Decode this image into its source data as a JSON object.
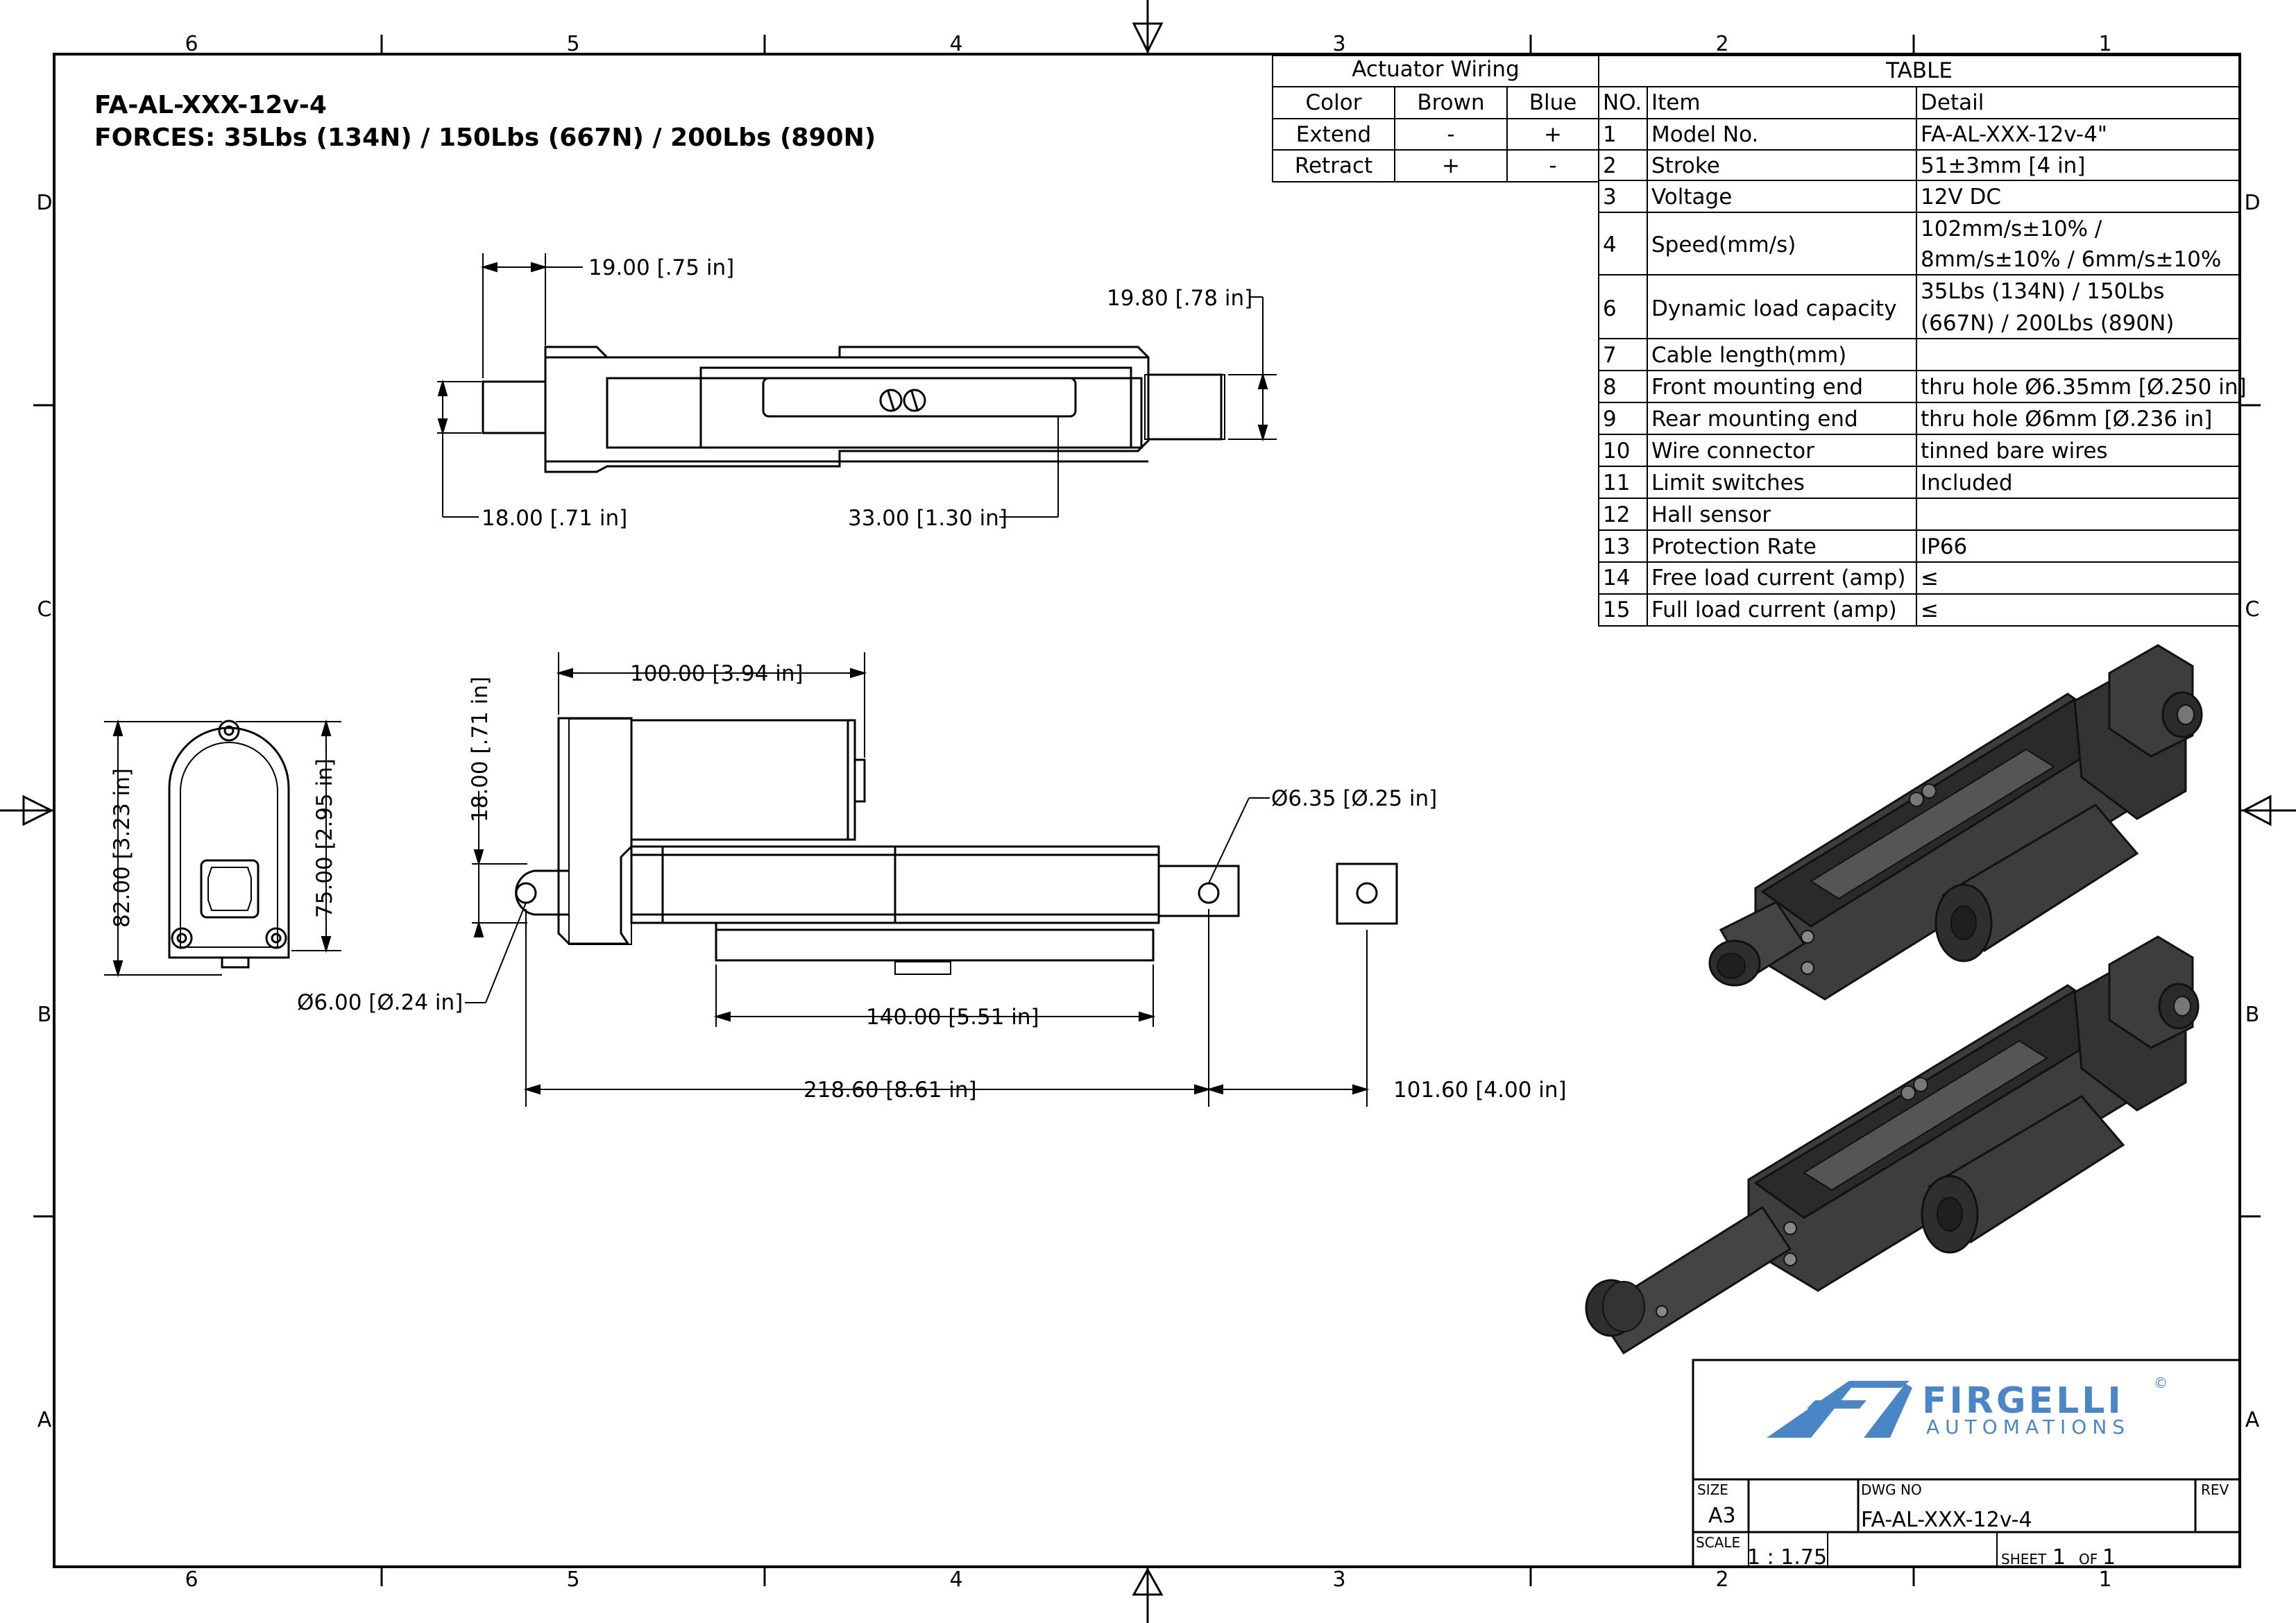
{
  "title": {
    "model": "FA-AL-XXX-12v-4",
    "forces": "FORCES: 35Lbs (134N) / 150Lbs (667N) / 200Lbs (890N)"
  },
  "zones": {
    "columns": [
      "6",
      "5",
      "4",
      "3",
      "2",
      "1"
    ],
    "rows": [
      "D",
      "C",
      "B",
      "A"
    ]
  },
  "wiring": {
    "title": "Actuator Wiring",
    "headers": [
      "Color",
      "Brown",
      "Blue"
    ],
    "rows": [
      [
        "Extend",
        "-",
        "+"
      ],
      [
        "Retract",
        "+",
        "-"
      ]
    ]
  },
  "spec_table": {
    "title": "TABLE",
    "headers": [
      "NO.",
      "Item",
      "Detail"
    ],
    "rows": [
      {
        "no": "1",
        "item": "Model No.",
        "detail": [
          "FA-AL-XXX-12v-4\""
        ]
      },
      {
        "no": "2",
        "item": "Stroke",
        "detail": [
          "51±3mm [4 in]"
        ]
      },
      {
        "no": "3",
        "item": "Voltage",
        "detail": [
          "12V DC"
        ]
      },
      {
        "no": "4",
        "item": "Speed(mm/s)",
        "detail": [
          "102mm/s±10% /",
          "8mm/s±10% / 6mm/s±10%"
        ]
      },
      {
        "no": "6",
        "item": "Dynamic load capacity",
        "detail": [
          "35Lbs (134N) / 150Lbs",
          "(667N) / 200Lbs (890N)"
        ]
      },
      {
        "no": "7",
        "item": "Cable length(mm)",
        "detail": [
          ""
        ]
      },
      {
        "no": "8",
        "item": "Front mounting end",
        "detail": [
          "thru hole Ø6.35mm [Ø.250 in]"
        ]
      },
      {
        "no": "9",
        "item": "Rear mounting end",
        "detail": [
          "thru hole Ø6mm [Ø.236 in]"
        ]
      },
      {
        "no": "10",
        "item": "Wire connector",
        "detail": [
          "tinned bare wires"
        ]
      },
      {
        "no": "11",
        "item": "Limit switches",
        "detail": [
          "Included"
        ]
      },
      {
        "no": "12",
        "item": "Hall sensor",
        "detail": [
          ""
        ]
      },
      {
        "no": "13",
        "item": "Protection Rate",
        "detail": [
          "IP66"
        ]
      },
      {
        "no": "14",
        "item": "Free load current (amp)",
        "detail": [
          "≤"
        ]
      },
      {
        "no": "15",
        "item": "Full load current (amp)",
        "detail": [
          "≤"
        ]
      }
    ]
  },
  "dimensions": {
    "top_rod_length": "19.00 [.75 in]",
    "top_end_height": "19.80 [.78 in]",
    "top_rod_dia": "18.00 [.71 in]",
    "top_offset": "33.00 [1.30 in]",
    "end_height_total": "82.00 [3.23 in]",
    "end_height_inner": "75.00 [2.95 in]",
    "motor_length": "100.00 [3.94 in]",
    "side_height": "18.00 [.71 in]",
    "front_hole": "Ø6.35 [Ø.25 in]",
    "rear_hole": "Ø6.00 [Ø.24 in]",
    "body_length": "140.00 [5.51 in]",
    "retracted_length": "218.60 [8.61 in]",
    "stroke_length": "101.60 [4.00 in]"
  },
  "title_block": {
    "brand": "FIRGELLI",
    "brand_sub": "AUTOMATIONS",
    "copyright": "©",
    "size_label": "SIZE",
    "size_value": "A3",
    "dwg_label": "DWG NO",
    "dwg_value": "FA-AL-XXX-12v-4",
    "rev_label": "REV",
    "scale_label": "SCALE",
    "scale_value": "1 : 1.75",
    "sheet_label": "SHEET",
    "sheet_value": "1",
    "of_label": "OF",
    "of_value": "1"
  },
  "colors": {
    "line": "#000000",
    "render_body": "#3d3d3d",
    "render_dark": "#1f1f1f",
    "logo_blue": "#4a86c5"
  }
}
